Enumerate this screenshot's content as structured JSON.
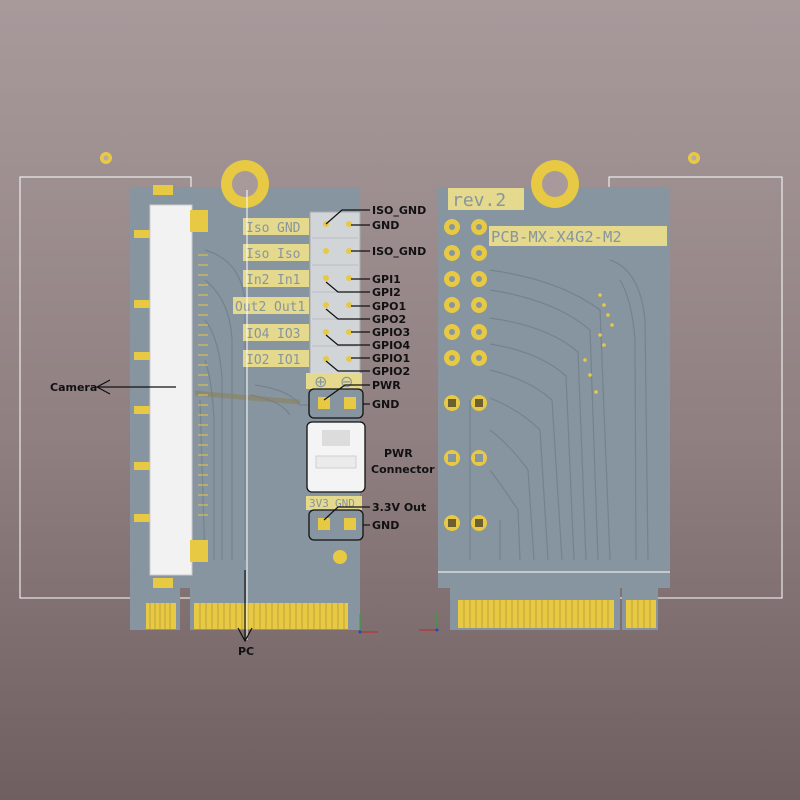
{
  "board_front": {
    "silk_rows": [
      {
        "left": "Iso",
        "right": "GND"
      },
      {
        "left": "Iso",
        "right": "Iso"
      },
      {
        "left": "In2",
        "right": "In1"
      },
      {
        "left": "Out2",
        "right": "Out1"
      },
      {
        "left": "IO4",
        "right": "IO3"
      },
      {
        "left": "IO2",
        "right": "IO1"
      }
    ],
    "polarity_plus": "⊕",
    "polarity_minus": "⊖",
    "bottom_silk_left": "3V3",
    "bottom_silk_right": "GND"
  },
  "board_back": {
    "revision": "rev.2",
    "part_number": "PCB-MX-X4G2-M2"
  },
  "annotations": {
    "iso_gnd_top": "ISO_GND",
    "gnd_top": "GND",
    "iso_gnd_2": "ISO_GND",
    "gpi1": "GPI1",
    "gpi2": "GPI2",
    "gpo1": "GPO1",
    "gpo2": "GPO2",
    "gpio3": "GPIO3",
    "gpio4": "GPIO4",
    "gpio1": "GPIO1",
    "gpio2": "GPIO2",
    "pwr": "PWR",
    "gnd_pwr": "GND",
    "pwr_connector_1": "PWR",
    "pwr_connector_2": "Connector",
    "out_3v3": "3.3V Out",
    "gnd_bottom": "GND",
    "camera": "Camera",
    "pc": "PC"
  },
  "colors": {
    "pcb": "#8795a0",
    "trace": "#7b8a95",
    "gold": "#e7c943",
    "silk": "#e9dc8b",
    "connector": "#f2f2f2"
  }
}
